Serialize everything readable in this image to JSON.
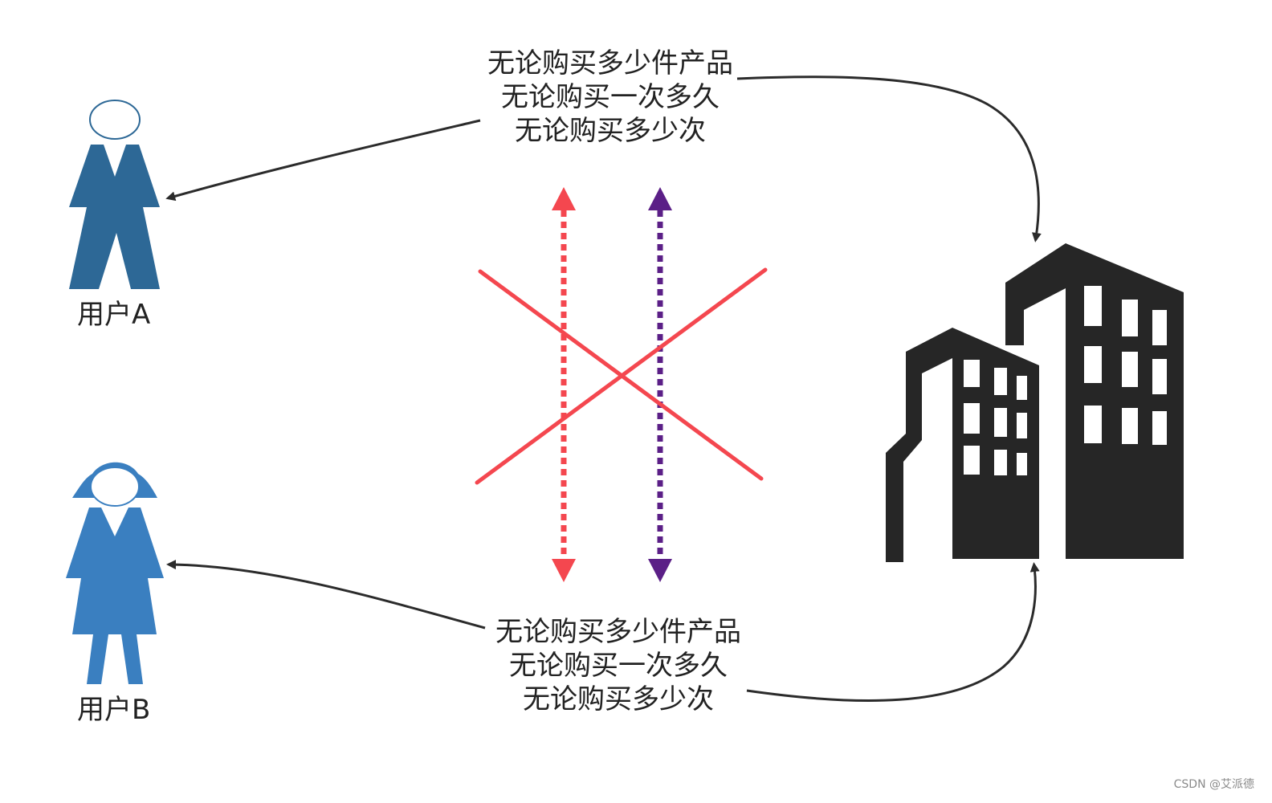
{
  "colors": {
    "user_a": "#2d6896",
    "user_b": "#3a7fc0",
    "building": "#262626",
    "red": "#f4474f",
    "purple": "#5b1f87",
    "connector": "#2b2b2b"
  },
  "icons": {
    "user_a": "man-icon",
    "user_b": "woman-icon",
    "company": "building-icon"
  },
  "user_a": {
    "label": "用户A"
  },
  "user_b": {
    "label": "用户B"
  },
  "message_top": {
    "line1": "无论购买多少件产品",
    "line2": "无论购买一次多久",
    "line3": "无论购买多少次"
  },
  "message_bottom": {
    "line1": "无论购买多少件产品",
    "line2": "无论购买一次多久",
    "line3": "无论购买多少次"
  },
  "watermark": "CSDN @艾派德"
}
